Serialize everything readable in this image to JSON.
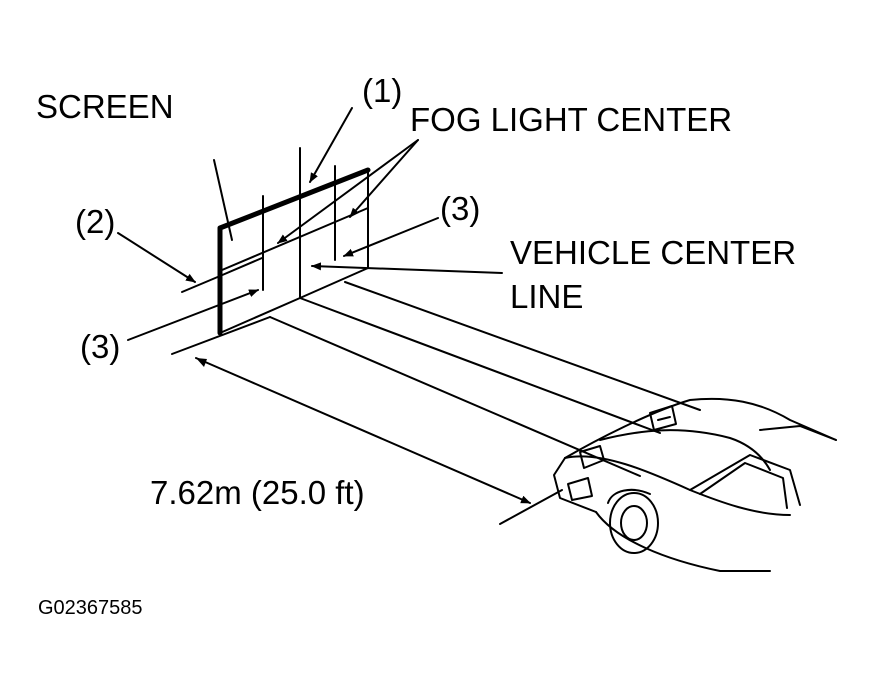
{
  "labels": {
    "screen": "SCREEN",
    "callout_1": "(1)",
    "fog_light_center": "FOG LIGHT CENTER",
    "callout_2": "(2)",
    "callout_3_right": "(3)",
    "vehicle_center_line_1": "VEHICLE CENTER",
    "vehicle_center_line_2": "LINE",
    "callout_3_left": "(3)",
    "distance": "7.62m (25.0 ft)",
    "figure_code": "G02367585"
  },
  "colors": {
    "ink": "#000000",
    "background": "#ffffff"
  }
}
